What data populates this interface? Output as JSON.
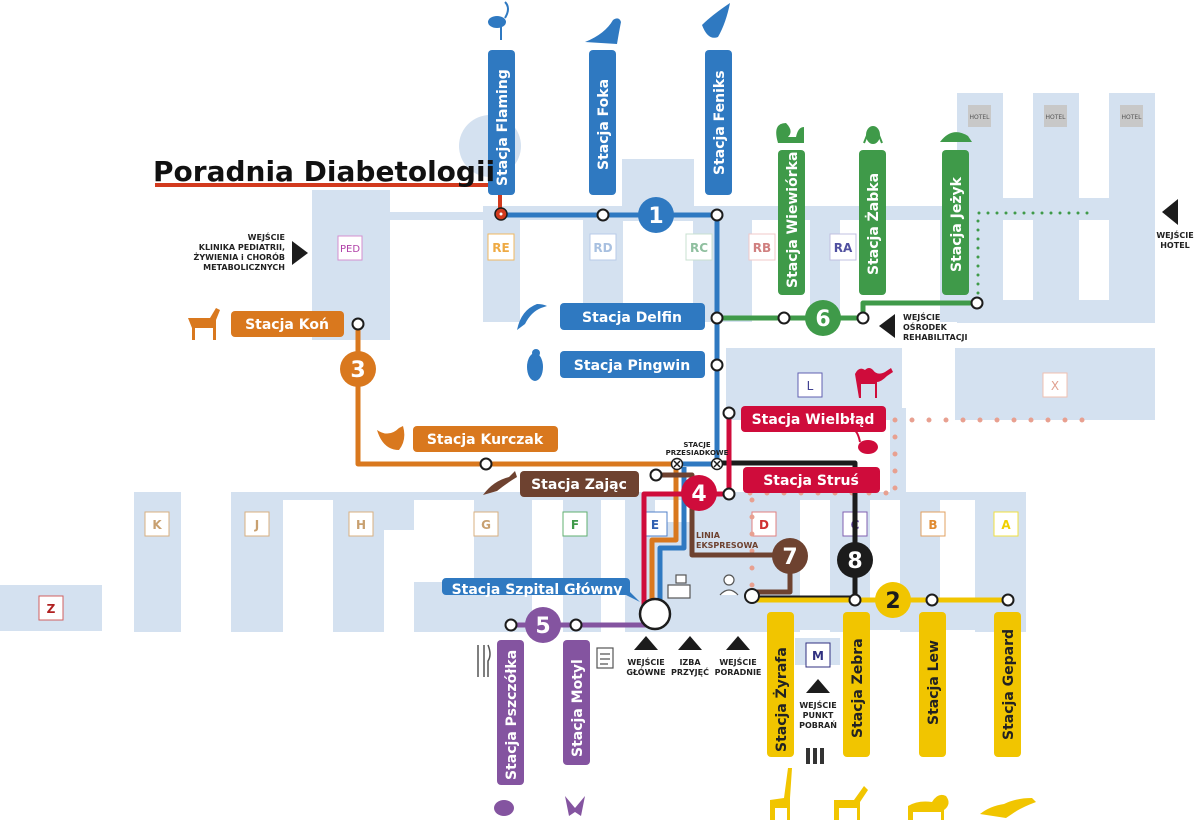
{
  "title": "Poradnia Diabetologii",
  "colors": {
    "line1": "#2f79c1",
    "line2": "#f1c500",
    "line3": "#d9781e",
    "line4": "#cf0c3b",
    "line5": "#8454a0",
    "line6": "#3f9a49",
    "line7": "#6e4230",
    "line8": "#1c1c1c",
    "highlight": "#d23a1e",
    "building": "#d4e1f0"
  },
  "lines": {
    "l1": "1",
    "l2": "2",
    "l3": "3",
    "l4": "4",
    "l5": "5",
    "l6": "6",
    "l7": "7",
    "l8": "8"
  },
  "stations": {
    "flaming": "Stacja Flaming",
    "foka": "Stacja Foka",
    "feniks": "Stacja Feniks",
    "wiewiorka": "Stacja Wiewiórka",
    "zabka": "Stacja Żabka",
    "jezyk": "Stacja Jeżyk",
    "delfin": "Stacja Delfin",
    "pingwin": "Stacja Pingwin",
    "kon": "Stacja Koń",
    "kurczak": "Stacja Kurczak",
    "zajac": "Stacja Zając",
    "wielblad": "Stacja Wielbłąd",
    "strus": "Stacja Struś",
    "szpital": "Stacja Szpital Główny",
    "pszczolka": "Stacja Pszczółka",
    "motyl": "Stacja Motyl",
    "zyrafa": "Stacja Żyrafa",
    "zebra": "Stacja Zebra",
    "lew": "Stacja Lew",
    "gepard": "Stacja Gepard"
  },
  "buildings": {
    "ped": "PED",
    "re": "RE",
    "rd": "RD",
    "rc": "RC",
    "rb": "RB",
    "ra": "RA",
    "l": "L",
    "x": "X",
    "k": "K",
    "j": "J",
    "h": "H",
    "g": "G",
    "f": "F",
    "e": "E",
    "d": "D",
    "c": "C",
    "b": "B",
    "a": "A",
    "z": "Z",
    "m": "M",
    "hotel": "HOTEL"
  },
  "entrances": {
    "pediatria": [
      "WEJŚCIE",
      "KLINIKA PEDIATRII,",
      "ŻYWIENIA i CHORÓB",
      "METABOLICZNYCH"
    ],
    "hotel": [
      "WEJŚCIE",
      "HOTEL"
    ],
    "rehab": [
      "WEJŚCIE",
      "OŚRODEK",
      "REHABILITACJI"
    ],
    "glowne": [
      "WEJŚCIE",
      "GŁÓWNE"
    ],
    "izba": [
      "IZBA",
      "PRZYJĘĆ"
    ],
    "poradnie": [
      "WEJŚCIE",
      "PORADNIE"
    ],
    "pobran": [
      "WEJŚCIE",
      "PUNKT",
      "POBRAŃ"
    ]
  },
  "labels": {
    "przesiadkowe": [
      "STACJE",
      "PRZESIADKOWE"
    ],
    "ekspresowa": [
      "LINIA",
      "EKSPRESOWA"
    ]
  }
}
